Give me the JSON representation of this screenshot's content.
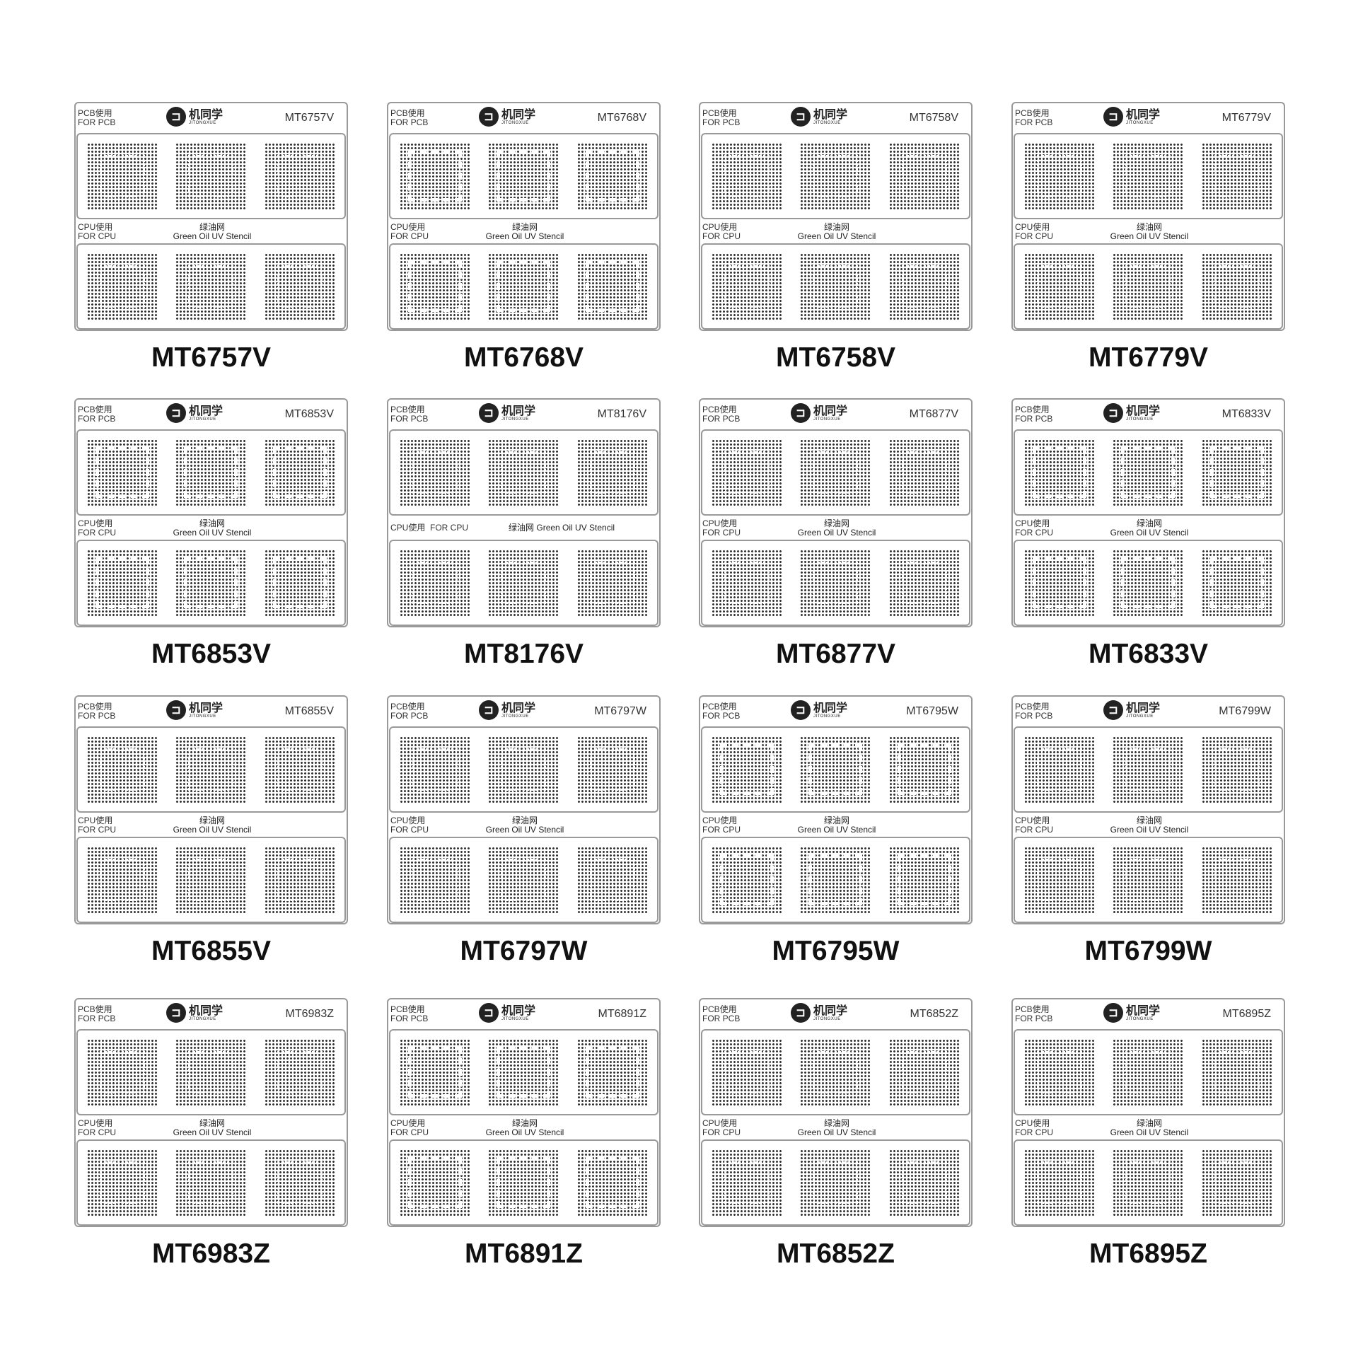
{
  "common": {
    "pcb_cn": "PCB使用",
    "pcb_en": "FOR PCB",
    "cpu_cn": "CPU使用",
    "cpu_en": "FOR CPU",
    "stencil_cn": "绿油网",
    "stencil_en": "Green Oil UV Stencil",
    "brand_cn": "机同学",
    "brand_en": "JITONGXUE"
  },
  "stencils": [
    {
      "model": "MT6757V"
    },
    {
      "model": "MT6768V"
    },
    {
      "model": "MT6758V"
    },
    {
      "model": "MT6779V"
    },
    {
      "model": "MT6853V"
    },
    {
      "model": "MT8176V",
      "inline_strip": true
    },
    {
      "model": "MT6877V"
    },
    {
      "model": "MT6833V"
    },
    {
      "model": "MT6855V"
    },
    {
      "model": "MT6797W"
    },
    {
      "model": "MT6795W"
    },
    {
      "model": "MT6799W"
    },
    {
      "model": "MT6983Z"
    },
    {
      "model": "MT6891Z"
    },
    {
      "model": "MT6852Z"
    },
    {
      "model": "MT6895Z"
    }
  ]
}
